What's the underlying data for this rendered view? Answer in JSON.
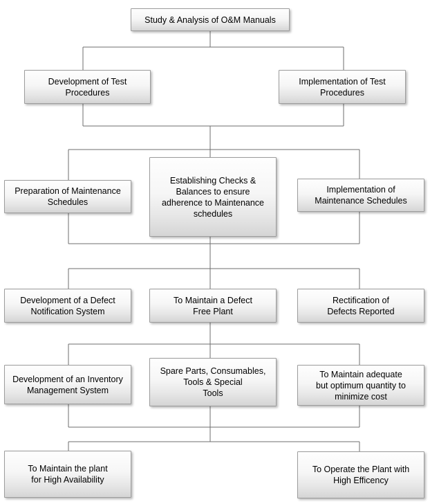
{
  "diagram": {
    "background_color": "#ffffff",
    "connector_color": "#6e6e6e",
    "box_style": {
      "fill_top": "#fefefe",
      "fill_bottom": "#d5d5d5",
      "border_color": "#9c9c9c",
      "text_color": "#000000"
    },
    "nodes": {
      "study": {
        "label": "Study & Analysis of O&M Manuals"
      },
      "dev_test": {
        "label": "Development of Test\nProcedures"
      },
      "impl_test": {
        "label": "Implementation of Test\nProcedures"
      },
      "prep_sched": {
        "label": "Preparation of Maintenance\nSchedules"
      },
      "checks": {
        "label": "Establishing Checks &\nBalances to ensure\nadherence to Maintenance\nschedules"
      },
      "impl_sched": {
        "label": "Implementation of\nMaintenance Schedules"
      },
      "defect_notif": {
        "label": "Development of a Defect\nNotification System"
      },
      "defect_free": {
        "label": "To Maintain a Defect\nFree Plant"
      },
      "rectification": {
        "label": "Rectification of\nDefects Reported"
      },
      "inventory": {
        "label": "Development of an Inventory\nManagement System"
      },
      "spares": {
        "label": "Spare Parts, Consumables,\nTools & Special\nTools"
      },
      "optimum": {
        "label": "To Maintain adequate\nbut optimum quantity to\nminimize cost"
      },
      "availability": {
        "label": "To Maintain the plant\nfor High Availability"
      },
      "efficiency": {
        "label": "To Operate the Plant with\nHigh Efficency"
      }
    },
    "links": [
      {
        "from": [
          "study"
        ],
        "to": [
          "dev_test",
          "impl_test"
        ]
      },
      {
        "from": [
          "dev_test",
          "impl_test"
        ],
        "to": [
          "prep_sched",
          "checks",
          "impl_sched"
        ]
      },
      {
        "from": [
          "prep_sched",
          "checks",
          "impl_sched"
        ],
        "to": [
          "defect_notif",
          "defect_free",
          "rectification"
        ]
      },
      {
        "from": [
          "defect_free"
        ],
        "to": [
          "inventory",
          "spares",
          "optimum"
        ]
      },
      {
        "from": [
          "inventory",
          "spares",
          "optimum"
        ],
        "to": [
          "availability",
          "efficiency"
        ]
      }
    ]
  }
}
